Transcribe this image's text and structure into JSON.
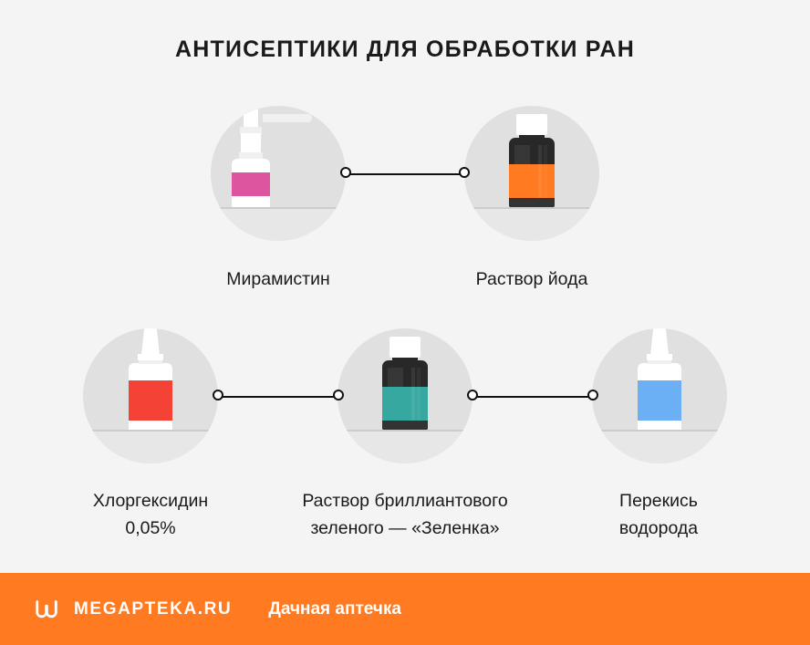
{
  "page": {
    "background_color": "#f4f4f4",
    "title": "АНТИСЕПТИКИ ДЛЯ ОБРАБОТКИ РАН"
  },
  "items": [
    {
      "id": "miramistin",
      "label": "Мирамистин",
      "icon": "spray-bottle-icon",
      "accent_color": "#dd559f",
      "bottle_color": "#ffffff",
      "row": 1
    },
    {
      "id": "iodine",
      "label": "Раствор йода",
      "icon": "dark-glass-bottle-icon",
      "accent_color": "#ff7a21",
      "bottle_color": "#282828",
      "row": 1
    },
    {
      "id": "chlorhexidine",
      "label": "Хлоргексидин 0,05%",
      "label_line1": "Хлоргексидин",
      "label_line2": "0,05%",
      "icon": "dropper-bottle-icon",
      "accent_color": "#f44336",
      "bottle_color": "#ffffff",
      "row": 2
    },
    {
      "id": "brilliant-green",
      "label": "Раствор бриллиантового зеленого — «Зеленка»",
      "label_line1": "Раствор бриллиантового",
      "label_line2": "зеленого — «Зеленка»",
      "icon": "dark-glass-bottle-icon",
      "accent_color": "#36a8a0",
      "bottle_color": "#282828",
      "row": 2
    },
    {
      "id": "hydrogen-peroxide",
      "label": "Перекись водорода",
      "label_line1": "Перекись",
      "label_line2": "водорода",
      "icon": "dropper-bottle-icon",
      "accent_color": "#6bb0f5",
      "bottle_color": "#ffffff",
      "row": 2
    }
  ],
  "footer": {
    "background_color": "#ff7a21",
    "logo_icon": "megapteka-m-logo-icon",
    "brand": "MEGAPTEKA.RU",
    "tagline": "Дачная аптечка",
    "text_color": "#ffffff"
  }
}
